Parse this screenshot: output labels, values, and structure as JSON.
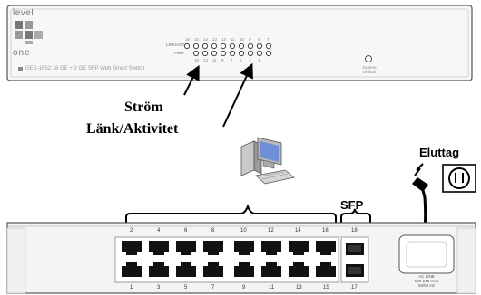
{
  "front_panel": {
    "logo": {
      "line1": "level",
      "line2": "one"
    },
    "model_text": "GES-1652   16 GE + 2 GE SFP Web Smart Switch",
    "led_link_label": "LINK/ACT",
    "led_power_label": "PWR",
    "top_port_numbers": [
      "16",
      "15",
      "14",
      "13",
      "12",
      "11",
      "10",
      "9",
      "8",
      "7"
    ],
    "bottom_port_numbers": [
      "15",
      "13",
      "11",
      "9",
      "7",
      "5",
      "3",
      "1"
    ],
    "system_label_line1": "System",
    "system_label_line2": "Default"
  },
  "callouts": {
    "power": "Ström",
    "link_activity": "Länk/Aktivitet",
    "outlet": "Eluttag",
    "sfp": "SFP"
  },
  "back_panel": {
    "top_port_labels": [
      "2",
      "4",
      "6",
      "8",
      "10",
      "12",
      "14",
      "16"
    ],
    "bottom_port_labels": [
      "1",
      "3",
      "5",
      "7",
      "9",
      "11",
      "13",
      "15"
    ],
    "sfp_top_label": "18",
    "sfp_bottom_label": "17",
    "power_text": [
      "AC LINE",
      "100-240 VAC",
      "50/60 Hz"
    ]
  },
  "icons": [
    "computer-icon",
    "power-plug-icon",
    "wall-outlet-icon"
  ]
}
